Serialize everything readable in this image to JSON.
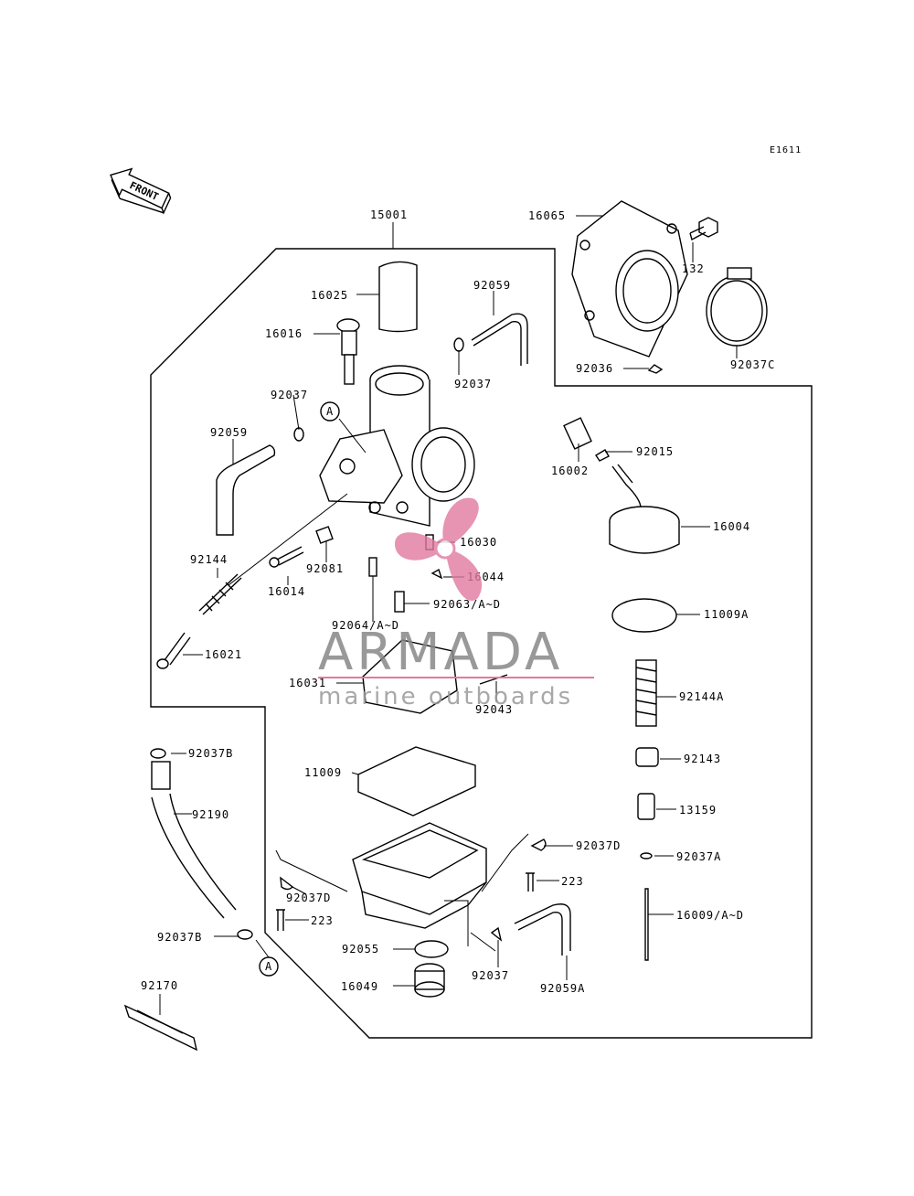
{
  "diagram_code": "E1611",
  "front_label": "FRONT",
  "callout_marker": "A",
  "watermark": {
    "brand": "ARMADA",
    "tagline": "marine outboards",
    "color": "#e07aa0"
  },
  "labels": {
    "l15001": "15001",
    "l16065": "16065",
    "l132": "132",
    "l16025": "16025",
    "l92059_top": "92059",
    "l16016": "16016",
    "l92037_top": "92037",
    "l92036": "92036",
    "l92037c": "92037C",
    "l92037_left": "92037",
    "l92059_left": "92059",
    "l16002": "16002",
    "l92015": "92015",
    "l16004": "16004",
    "l16030": "16030",
    "l92144": "92144",
    "l92081": "92081",
    "l16044": "16044",
    "l16014": "16014",
    "l92063": "92063/A~D",
    "l11009a": "11009A",
    "l92064": "92064/A~D",
    "l16021": "16021",
    "l16031": "16031",
    "l92043": "92043",
    "l92144a": "92144A",
    "l92037b_top": "92037B",
    "l11009": "11009",
    "l92143": "92143",
    "l92190": "92190",
    "l13159": "13159",
    "l92037d_right": "92037D",
    "l92037a": "92037A",
    "l92037d_left": "92037D",
    "l223_right": "223",
    "l223_left": "223",
    "l16009": "16009/A~D",
    "l92037b_bottom": "92037B",
    "l92055": "92055",
    "l92037_bottom": "92037",
    "l16049": "16049",
    "l92059a": "92059A",
    "l92170": "92170"
  }
}
